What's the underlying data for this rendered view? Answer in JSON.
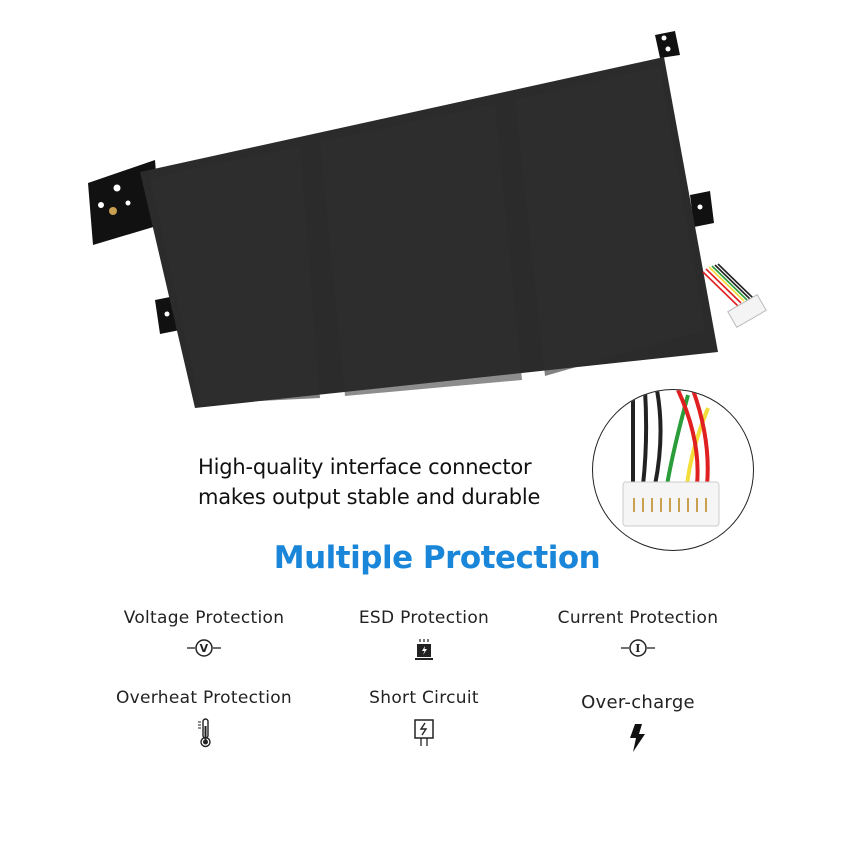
{
  "product": {
    "image_alt": "Laptop battery pack (black) with mounting tabs and wire harness connector",
    "battery_color": "#2b2b2b",
    "tab_color": "#111111",
    "connector_wires": [
      "#222222",
      "#222222",
      "#222222",
      "#2a9d3a",
      "#ffffff",
      "#f2dd3a",
      "#e02020",
      "#e02020"
    ]
  },
  "connector_callout": {
    "caption_lines": [
      "High-quality interface connector",
      "makes output stable and durable"
    ]
  },
  "protection_section": {
    "heading": "Multiple Protection",
    "heading_color": "#1a86d9",
    "features": [
      {
        "label": "Voltage Protection",
        "icon": "voltage-v-circle-icon"
      },
      {
        "label": "ESD Protection",
        "icon": "esd-chip-icon"
      },
      {
        "label": "Current Protection",
        "icon": "current-i-circle-icon"
      },
      {
        "label": "Overheat Protection",
        "icon": "thermometer-icon"
      },
      {
        "label": "Short Circuit",
        "icon": "short-circuit-icon"
      },
      {
        "label": "Over-charge",
        "icon": "lightning-bolt-icon"
      }
    ]
  }
}
